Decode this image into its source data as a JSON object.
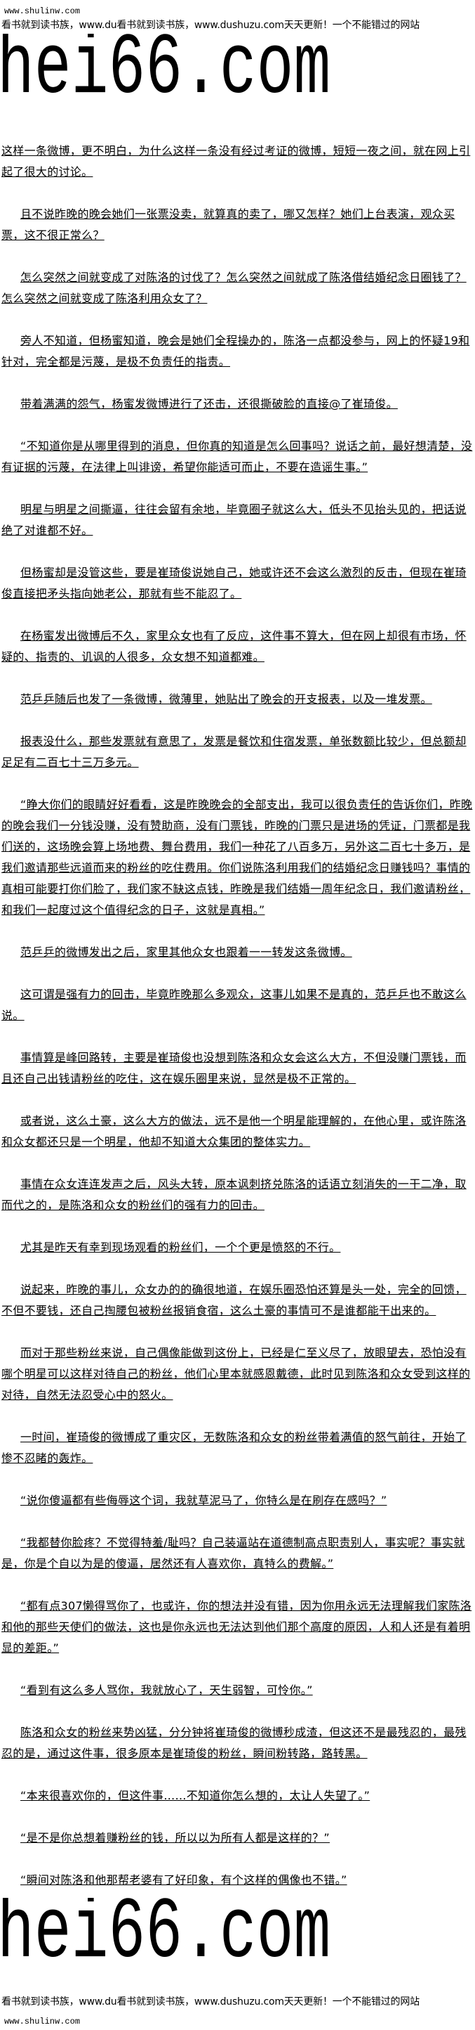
{
  "header": {
    "site_url": "www.shulinw.com",
    "slogan": "看书就到读书族，www.du看书就到读书族，www.dushuzu.com天天更新！一个不能错过的网站",
    "logo_text": "hei66.com"
  },
  "paragraphs": [
    "这样一条微博，更不明白，为什么这样一条没有经过考证的微博，短短一夜之间，就在网上引起了很大的讨论。",
    "且不说昨晚的晚会她们一张票没卖，就算真的卖了，哪又怎样？她们上台表演，观众买票，这不很正常么？",
    "怎么突然之间就变成了对陈洛的讨伐了？怎么突然之间就成了陈洛借结婚纪念日圈钱了？怎么突然之间就变成了陈洛利用众女了？",
    "旁人不知道，但杨蜜知道，晚会是她们全程操办的，陈洛一点都没参与，网上的怀疑19和针对，完全都是污蔑，是极不负责任的指责。",
    "带着满满的怨气，杨蜜发微博进行了还击，还很撕破脸的直接@了崔琦俊。",
    "“不知道你是从哪里得到的消息，但你真的知道是怎么回事吗？说话之前，最好想清楚，没有证据的污蔑，在法律上叫诽谤，希望你能适可而止，不要在造谣生事。”",
    "明星与明星之间撕逼，往往会留有余地，毕竟圈子就这么大，低头不见抬头见的，把话说绝了对谁都不好。",
    "但杨蜜却是没管这些，要是崔琦俊说她自己，她或许还不会这么激烈的反击，但现在崔琦俊直接把矛头指向她老公，那就有些不能忍了。",
    "在杨蜜发出微博后不久，家里众女也有了反应，这件事不算大，但在网上却很有市场，怀疑的、指责的、讥讽的人很多，众女想不知道都难。",
    "范乒乒随后也发了一条微博，微薄里，她贴出了晚会的开支报表，以及一堆发票。",
    "报表没什么，那些发票就有意思了，发票是餐饮和住宿发票，单张数额比较少，但总额却足足有二百七十三万多元。",
    "“睁大你们的眼睛好好看看，这是昨晚晚会的全部支出，我可以很负责任的告诉你们，昨晚的晚会我们一分钱没赚，没有赞助商，没有门票钱，昨晚的门票只是进场的凭证，门票都是我们送的，这场晚会算上场地费、舞台费用，我们一种花了八百多万，另外这二百七十多万，是我们邀请那些远道而来的粉丝的吃住费用。你们说陈洛利用我们的结婚纪念日赚钱吗？事情的真相可能要打你们脸了，我们家不缺这点钱，昨晚是我们结婚一周年纪念日，我们邀请粉丝，和我们一起度过这个值得纪念的日子，这就是真相。”",
    "范乒乒的微博发出之后，家里其他众女也跟着一一转发这条微博。",
    "这可谓是强有力的回击，毕竟昨晚那么多观众，这事儿如果不是真的，范乒乒也不敢这么说。",
    "事情算是峰回路转，主要是崔琦俊也没想到陈洛和众女会这么大方，不但没赚门票钱，而且还自己出钱请粉丝的吃住，这在娱乐圈里来说，显然是极不正常的。",
    "或者说，这么土豪，这么大方的做法，远不是他一个明星能理解的，在他心里，或许陈洛和众女都还只是一个明星，他却不知道大众集团的整体实力。",
    "事情在众女连连发声之后，风头大转，原本讽刺挤兑陈洛的话语立刻消失的一干二净，取而代之的，是陈洛和众女的粉丝们的强有力的回击。",
    "尤其是昨天有幸到现场观看的粉丝们，一个个更是愤怒的不行。",
    "说起来，昨晚的事儿，众女办的的确很地道，在娱乐圈恐怕还算是头一处，完全的回馈，不但不要钱，还自己掏腰包被粉丝报销食宿，这么土豪的事情可不是谁都能干出来的。",
    "而对于那些粉丝来说，自己偶像能做到这份上，已经是仁至义尽了，放眼望去，恐怕没有哪个明星可以这样对待自己的粉丝，他们心里本就感恩戴德，此时见到陈洛和众女受到这样的对待，自然无法忍受心中的怒火。",
    "一时间，崔琦俊的微博成了重灾区，无数陈洛和众女的粉丝带着满值的怒气前往，开始了惨不忍睹的轰炸。",
    "“说你傻逼都有些侮辱这个词，我就草泥马了，你特么是在刷存在感吗？”",
    "“我都替你脸疼？不觉得特羞/耻吗？自己装逼站在道德制高点职责别人，事实呢？事实就是，你是个自以为是的傻逼，居然还有人喜欢你，真特么的费解。”",
    "“都有点307懒得骂你了，也或许，你的想法并没有错，因为你用永远无法理解我们家陈洛和他的那些天使们的做法，这也是你永远也无法达到他们那个高度的原因，人和人还是有着明显的差距。”",
    "“看到有这么多人骂你，我就放心了，天生弱智，可怜你。”",
    "陈洛和众女的粉丝来势凶猛，分分钟将崔琦俊的微博秒成渣，但这还不是最残忍的，最残忍的是，通过这件事，很多原本是崔琦俊的粉丝，瞬间粉转路，路转黑。",
    "“本来很喜欢你的，但这件事……不知道你怎么想的，太让人失望了。”",
    "“是不是你总想着赚粉丝的钱，所以以为所有人都是这样的？”",
    "“瞬间对陈洛和他那帮老婆有了好印象，有个这样的偶像也不错。”"
  ]
}
